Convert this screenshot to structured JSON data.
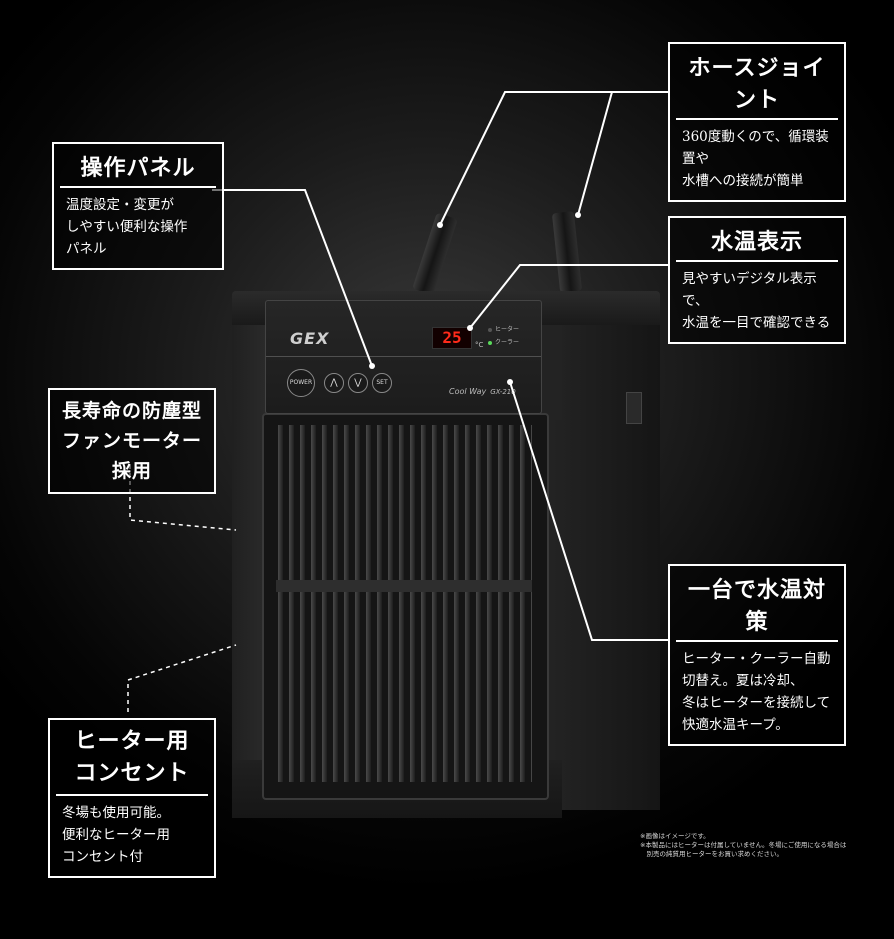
{
  "product": {
    "logo": "GEX",
    "display_value": "25",
    "display_unit": "°C",
    "indicator_heater": "ヒーター",
    "indicator_cooler": "クーラー",
    "btn_power": "POWER",
    "btn_up": "⋀",
    "btn_down": "⋁",
    "btn_set": "SET",
    "model_name": "Cool Way",
    "model_number": "GX-210"
  },
  "callouts": {
    "hose_joint": {
      "title": "ホースジョイント",
      "desc": "360度動くので、循環装置や\n水槽への接続が簡単"
    },
    "control_panel": {
      "title": "操作パネル",
      "desc": "温度設定・変更が\nしやすい便利な操作\nパネル"
    },
    "water_temp_display": {
      "title": "水温表示",
      "desc": "見やすいデジタル表示で、\n水温を一目で確認できる"
    },
    "fan_motor": {
      "title": "長寿命の防塵型\nファンモーター採用"
    },
    "all_in_one": {
      "title": "一台で水温対策",
      "desc": "ヒーター・クーラー自動\n切替え。夏は冷却、\n冬はヒーターを接続して\n快適水温キープ。"
    },
    "heater_outlet": {
      "title": "ヒーター用\nコンセント",
      "desc": "冬場も使用可能。\n便利なヒーター用\nコンセント付"
    }
  },
  "footnote": "※画像はイメージです。\n※本製品にはヒーターは付属していません。冬場にご使用になる場合は\n　別売の純質用ヒーターをお買い求めください。",
  "colors": {
    "background": "#000000",
    "callout_border": "#ffffff",
    "display_digits": "#ff2a1a"
  }
}
